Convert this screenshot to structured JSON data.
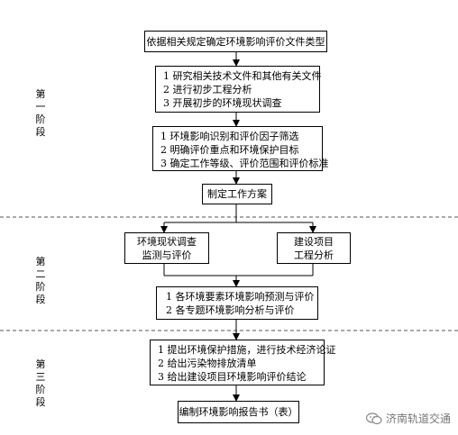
{
  "stages": {
    "stage1": "第一阶段",
    "stage2": "第二阶段",
    "stage3": "第三阶段"
  },
  "boxes": {
    "b1": [
      "依据相关规定确定环境影响评价文件类型"
    ],
    "b2": [
      "1 研究相关技术文件和其他有关文件",
      "2 进行初步工程分析",
      "3 开展初步的环境现状调查"
    ],
    "b3": [
      "1 环境影响识别和评价因子筛选",
      "2 明确评价重点和环境保护目标",
      "3 确定工作等级、评价范围和评价标准"
    ],
    "b4": [
      "制定工作方案"
    ],
    "b5": [
      "环境现状调查",
      "监测与评价"
    ],
    "b6": [
      "建设项目",
      "工程分析"
    ],
    "b7": [
      "1 各环境要素环境影响预测与评价",
      "2 各专题环境影响分析与评价"
    ],
    "b8": [
      "1 提出环境保护措施，进行技术经济论证",
      "2 给出污染物排放清单",
      "3 给出建设项目环境影响评价结论"
    ],
    "b9": [
      "编制环境影响报告书（表）"
    ]
  },
  "watermark": {
    "text": "济南轨道交通",
    "icon": "wechat-icon"
  }
}
